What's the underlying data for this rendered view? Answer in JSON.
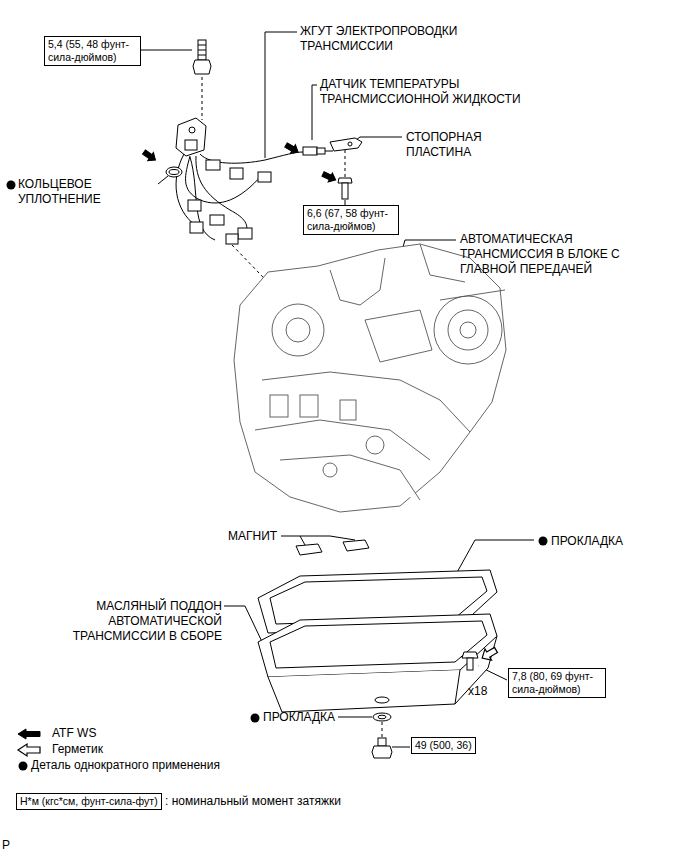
{
  "diagram": {
    "nodes": [
      {
        "text": [
          "5,4 (55, 48 фунт-сила-дюймов)"
        ]
      },
      {
        "text": [
          "6,6 (67, 58 фунт-сила-дюймов)"
        ]
      },
      {
        "text": [
          "7,8 (80, 69 фунт-сила-дюймов)"
        ]
      },
      {
        "text": [
          "49 (500, 36)"
        ]
      },
      {
        "text": [
          "Н*м (кгс*см, фунт-сила-фут)"
        ]
      }
    ],
    "labels": [
      "ЖГУТ ЭЛЕКТРОПРОВОДКИ ТРАНСМИССИИ",
      "ДАТЧИК ТЕМПЕРАТУРЫ ТРАНСМИССИОННОЙ ЖИДКОСТИ",
      "СТОПОРНАЯ ПЛАСТИНА",
      "КОЛЬЦЕВОЕ УПЛОТНЕНИЕ",
      "АВТОМАТИЧЕСКАЯ ТРАНСМИССИЯ В БЛОКЕ С ГЛАВНОЙ ПЕРЕДАЧЕЙ",
      "МАГНИТ",
      "ПРОКЛАДКА",
      "МАСЛЯНЫЙ ПОДДОН АВТОМАТИЧЕСКОЙ ТРАНСМИССИИ В СБОРЕ",
      "x18",
      "ПРОКЛАДКА",
      ": номинальный момент затяжки",
      "P"
    ],
    "legend": [
      {
        "text": "ATF WS"
      },
      {
        "text": "Герметик"
      },
      {
        "text": "Деталь однократного применения"
      }
    ]
  }
}
